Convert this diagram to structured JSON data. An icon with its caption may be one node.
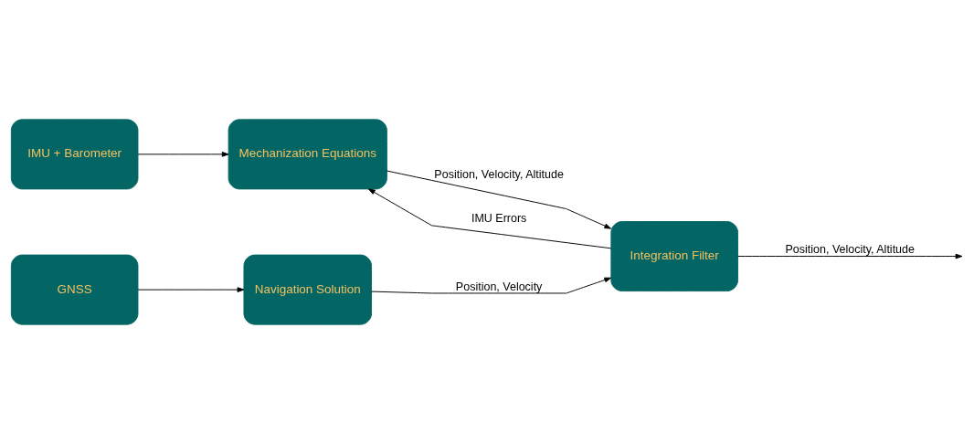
{
  "diagram": {
    "nodes": [
      {
        "text": [
          "IMU + Barometer"
        ]
      },
      {
        "text": [
          "Mechanization Equations"
        ]
      },
      {
        "text": [
          "GNSS"
        ]
      },
      {
        "text": [
          "Navigation Solution"
        ]
      },
      {
        "text": [
          "Integration Filter"
        ]
      }
    ],
    "edges": [
      {
        "from": 0,
        "to": 1,
        "arrow": "to"
      },
      {
        "from": 1,
        "to": 4,
        "arrow": "to",
        "label": "Position, Velocity, Altitude"
      },
      {
        "from": 2,
        "to": 3,
        "arrow": "to"
      },
      {
        "from": 3,
        "to": 4,
        "arrow": "to",
        "label": "Position, Velocity"
      },
      {
        "from": 4,
        "to": 1,
        "arrow": "to",
        "label": "IMU Errors"
      },
      {
        "from": 4,
        "to": null,
        "arrow": "to",
        "label": "Position, Velocity, Altitude"
      }
    ]
  }
}
